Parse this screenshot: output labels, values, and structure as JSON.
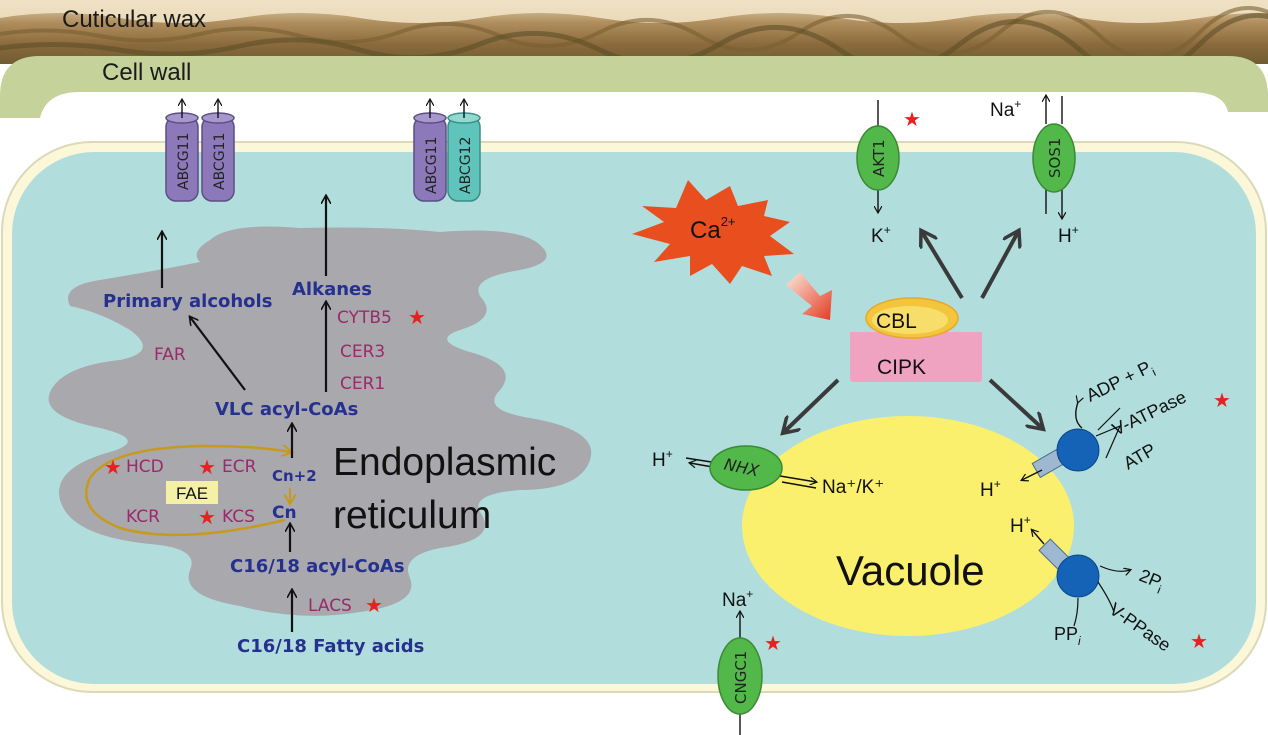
{
  "layers": {
    "wax": "Cuticular wax",
    "wall": "Cell wall"
  },
  "er": {
    "title_line1": "Endoplasmic",
    "title_line2": "reticulum",
    "fae_label": "FAE"
  },
  "pathway": {
    "fatty_acids": "C16/18 Fatty acids",
    "acyl_coas": "C16/18 acyl-CoAs",
    "cn": "Cn",
    "cn2": "Cn+2",
    "vlc": "VLC acyl-CoAs",
    "primary_alcohols": "Primary alcohols",
    "alkanes": "Alkanes"
  },
  "enzymes": {
    "lacs": "LACS",
    "hcd": "HCD",
    "ecr": "ECR",
    "kcr": "KCR",
    "kcs": "KCS",
    "far": "FAR",
    "cer1": "CER1",
    "cer3": "CER3",
    "cytb5": "CYTB5"
  },
  "transporters": {
    "abcg11_a": "ABCG11",
    "abcg11_b": "ABCG11",
    "abcg11_c": "ABCG11",
    "abcg12": "ABCG12",
    "akt1": "AKT1",
    "sos1": "SOS1",
    "cngc1": "CNGC1",
    "nhx": "NHX"
  },
  "ions": {
    "k_plus": "K",
    "h_plus": "H",
    "na_plus": "Na",
    "na_k": "Na⁺/K⁺",
    "plus": "+"
  },
  "signaling": {
    "ca": "Ca",
    "ca_charge": "2+",
    "cbl": "CBL",
    "cipk": "CIPK"
  },
  "vacuole": {
    "label": "Vacuole",
    "v_atpase": "V-ATPase",
    "v_ppase": "V-PPase",
    "adp": "ADP + P",
    "adp_sub": "i",
    "atp": "ATP",
    "two_pi": "2P",
    "two_pi_sub": "i",
    "ppi": "PP",
    "ppi_sub": "i"
  },
  "marker": "★",
  "colors": {
    "cytoplasm": "#b1dedd",
    "er": "#a8a8ad",
    "path_text": "#25308f",
    "enzyme_text": "#9a2a6a",
    "star": "#e8201f",
    "vacuole": "#fbef6e",
    "transporter_green": "#52b84a",
    "abcg_purple": "#8c79b9",
    "abcg_teal": "#5fc4bb",
    "cipk": "#f0a2c1",
    "cbl": "#f3c53d",
    "pump_blue": "#1563b7"
  }
}
